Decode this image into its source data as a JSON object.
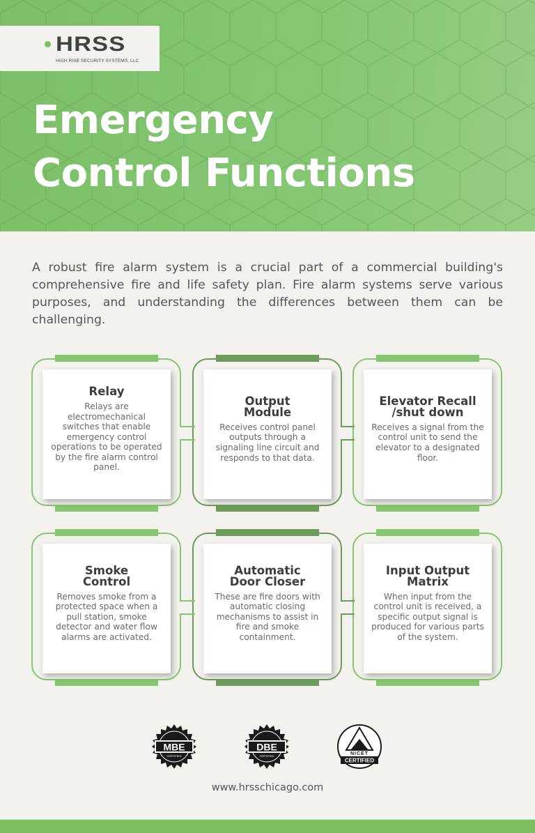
{
  "brand": {
    "name": "HRSS",
    "subtitle": "HIGH RISE SECURITY SYSTEMS, LLC"
  },
  "header": {
    "title_line1": "Emergency",
    "title_line2": "Control Functions"
  },
  "intro": "A robust fire alarm system is a crucial part of a commercial building's comprehensive fire and life safety plan. Fire alarm systems serve various purposes, and understanding the differences between them can be challenging.",
  "cards": [
    {
      "title": "Relay",
      "description": "Relays are electromechanical switches that enable emergency control operations to be operated by the fire alarm control panel."
    },
    {
      "title": "Output Module",
      "description": "Receives control panel outputs through a signaling line circuit and responds to that data."
    },
    {
      "title": "Elevator Recall /shut down",
      "description": "Receives a signal from the control unit to send the elevator to a designated floor."
    },
    {
      "title": "Smoke Control",
      "description": "Removes smoke from a protected space when a pull station, smoke detector and water flow alarms are activated."
    },
    {
      "title": "Automatic Door Closer",
      "description": "These are fire doors with automatic closing mechanisms to assist in fire and smoke containment."
    },
    {
      "title": "Input Output Matrix",
      "description": "When input from the control unit is received, a specific output signal is produced for various parts of the system."
    }
  ],
  "badges": [
    {
      "label": "MBE",
      "sub": "CERTIFIED"
    },
    {
      "label": "DBE",
      "sub": "CERTIFIED"
    },
    {
      "label": "NICET",
      "sub": "CERTIFIED"
    }
  ],
  "footer": {
    "url": "www.hrsschicago.com"
  },
  "colors": {
    "header_green": "#84c672",
    "accent_green": "#86c670",
    "dark_green": "#6c9c5a",
    "background": "#f3f2ee",
    "footer_green": "#7cbf5e"
  }
}
